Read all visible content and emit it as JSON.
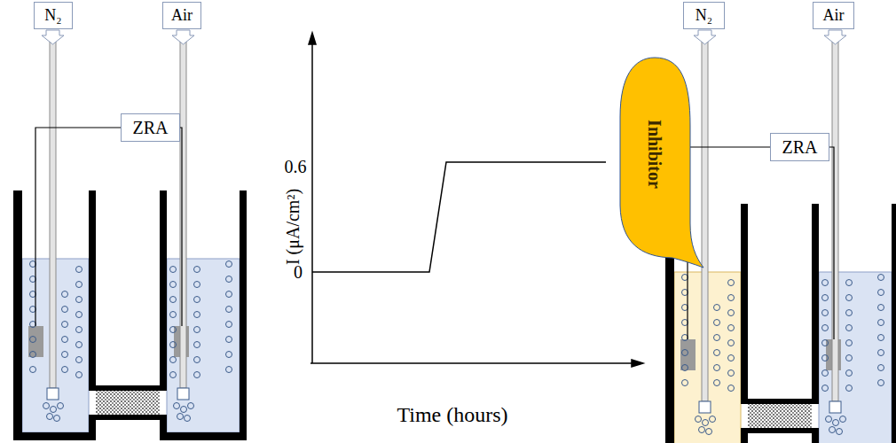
{
  "diagram": {
    "nodes": [
      {
        "text": [
          "N₂"
        ]
      },
      {
        "text": [
          "Air"
        ]
      },
      {
        "text": [
          "ZRA"
        ]
      },
      {
        "text": [
          "Inhibitor"
        ]
      },
      {
        "text": [
          "N₂"
        ]
      },
      {
        "text": [
          "Air"
        ]
      },
      {
        "text": [
          "ZRA"
        ]
      }
    ],
    "labels": [
      "0.6",
      "0",
      "I (μA/cm²)",
      "Time (hours)"
    ]
  }
}
